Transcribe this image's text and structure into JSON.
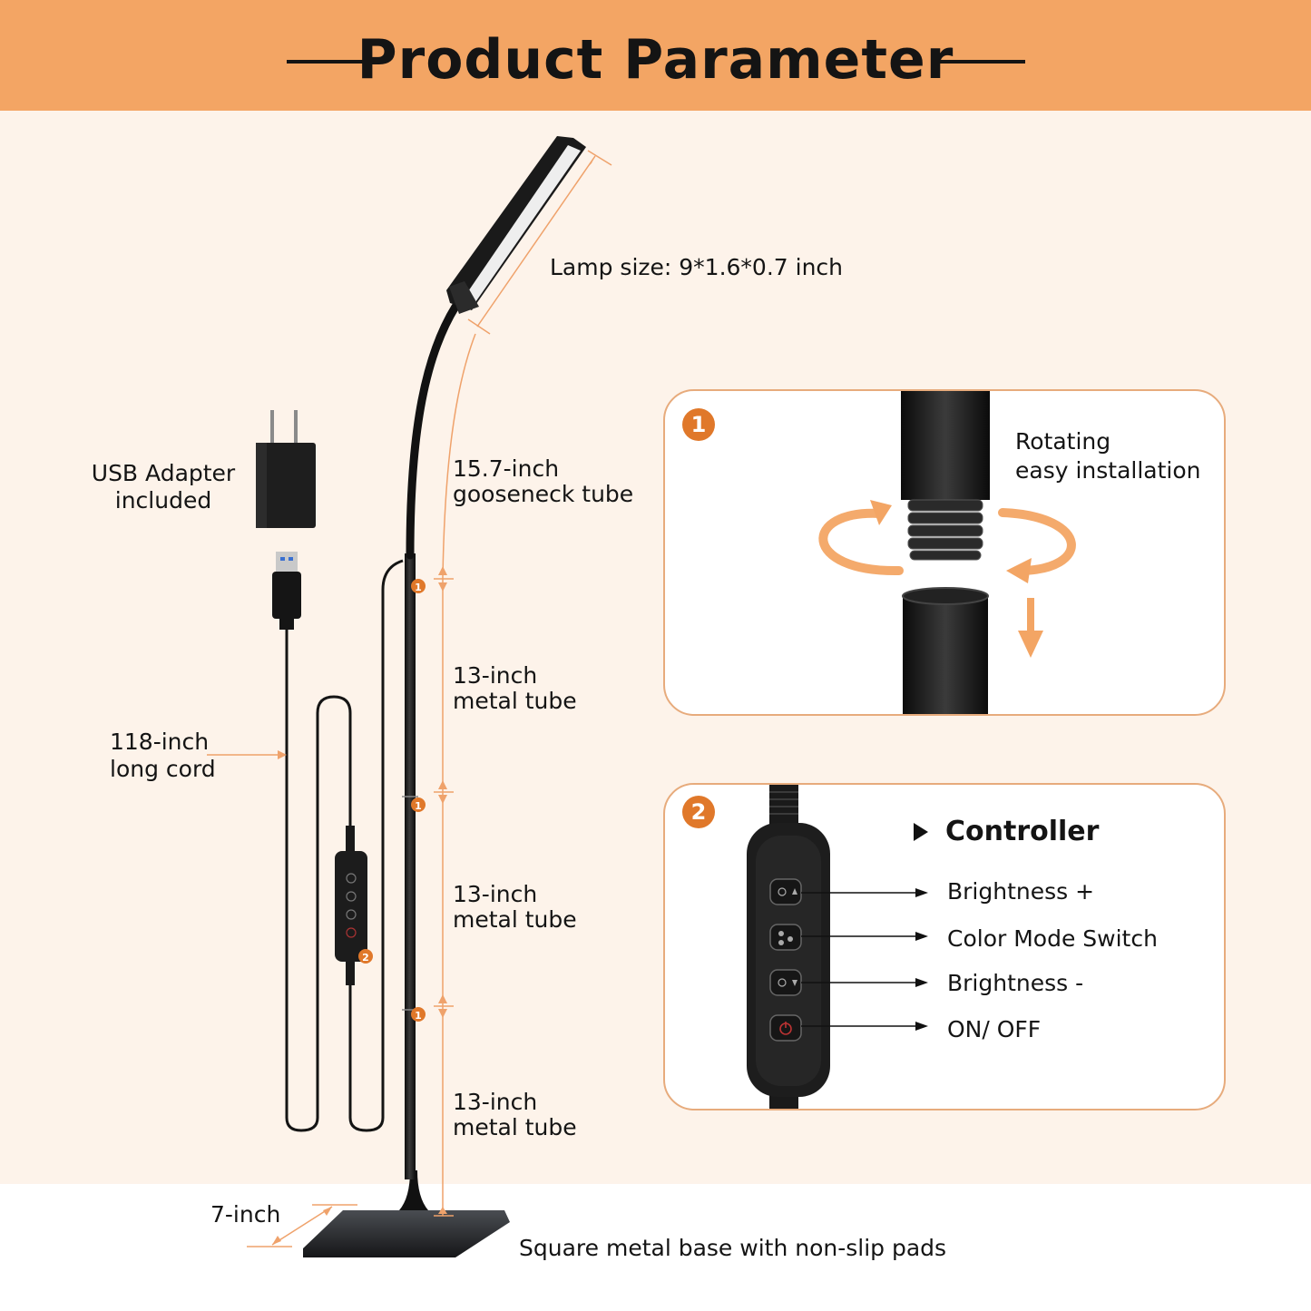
{
  "header": {
    "title": "Product Parameter"
  },
  "colors": {
    "header_bg": "#f3a564",
    "accent": "#e0782a",
    "panel_border": "#e7ab7c",
    "page_bg": "#fdf3ea"
  },
  "labels": {
    "lamp_size": "Lamp size: 9*1.6*0.7 inch",
    "gooseneck_line1": "15.7-inch",
    "gooseneck_line2": "gooseneck tube",
    "tube1_line1": "13-inch",
    "tube1_line2": "metal tube",
    "tube2_line1": "13-inch",
    "tube2_line2": "metal tube",
    "tube3_line1": "13-inch",
    "tube3_line2": "metal tube",
    "usb_line1": "USB Adapter",
    "usb_line2": "included",
    "cord_line1": "118-inch",
    "cord_line2": "long cord",
    "base_width": "7-inch",
    "base_desc": "Square metal base with non-slip pads"
  },
  "markers": {
    "joint": "1",
    "controller": "2"
  },
  "panel1": {
    "badge": "1",
    "text_line1": "Rotating",
    "text_line2": "easy installation",
    "icons": [
      "rotate-left-arrow-icon",
      "rotate-right-arrow-icon",
      "down-arrow-icon"
    ]
  },
  "panel2": {
    "badge": "2",
    "title": "Controller",
    "items": [
      {
        "label": "Brightness +",
        "icon": "brightness-up-icon"
      },
      {
        "label": "Color Mode Switch",
        "icon": "color-mode-icon"
      },
      {
        "label": "Brightness -",
        "icon": "brightness-down-icon"
      },
      {
        "label": "ON/ OFF",
        "icon": "power-icon"
      }
    ]
  }
}
